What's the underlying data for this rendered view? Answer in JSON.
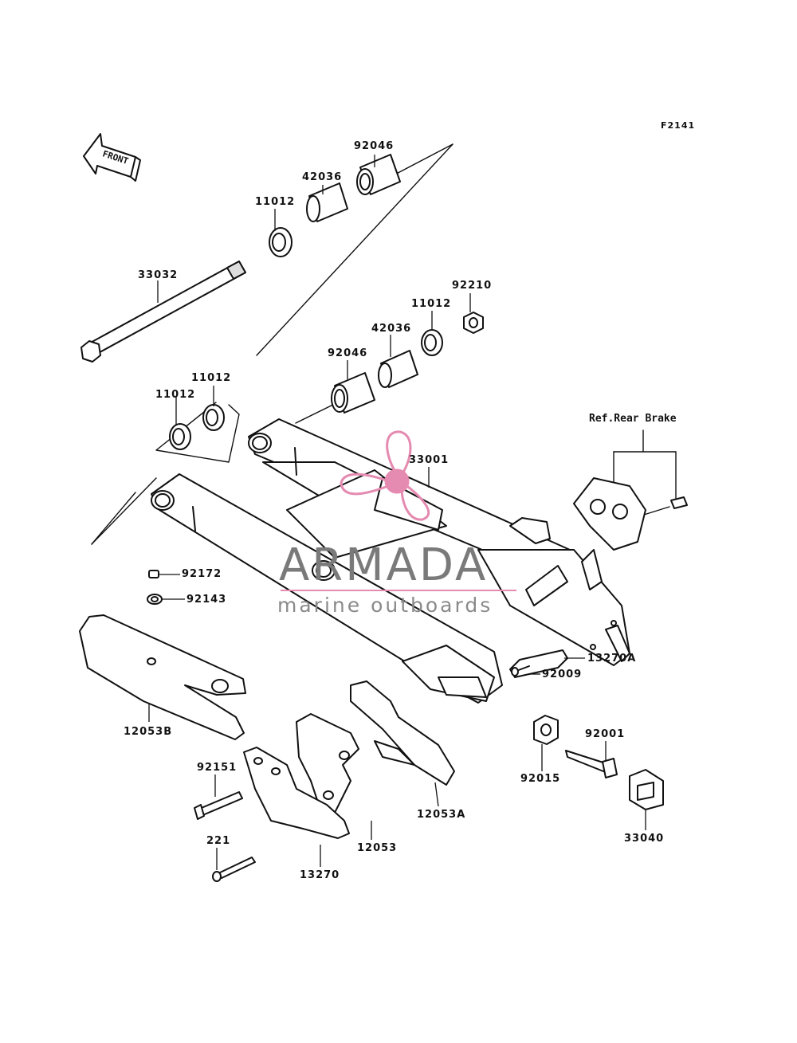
{
  "figure_code": "F2141",
  "front_marker": "FRONT",
  "reference_note": "Ref.Rear Brake",
  "watermark": {
    "brand": "ARMADA",
    "tagline": "marine outboards",
    "accent_color": "#e58ab0",
    "text_color": "#7a7a7a"
  },
  "part_labels": [
    {
      "id": "p-92046-top",
      "text": "92046"
    },
    {
      "id": "p-42036-top",
      "text": "42036"
    },
    {
      "id": "p-11012-top",
      "text": "11012"
    },
    {
      "id": "p-33032",
      "text": "33032"
    },
    {
      "id": "p-92210",
      "text": "92210"
    },
    {
      "id": "p-11012-mid",
      "text": "11012"
    },
    {
      "id": "p-42036-mid",
      "text": "42036"
    },
    {
      "id": "p-92046-mid",
      "text": "92046"
    },
    {
      "id": "p-11012-left2",
      "text": "11012"
    },
    {
      "id": "p-11012-left1",
      "text": "11012"
    },
    {
      "id": "p-33001",
      "text": "33001"
    },
    {
      "id": "p-92172",
      "text": "92172"
    },
    {
      "id": "p-92143",
      "text": "92143"
    },
    {
      "id": "p-13270a",
      "text": "13270A"
    },
    {
      "id": "p-92009",
      "text": "92009"
    },
    {
      "id": "p-12053b",
      "text": "12053B"
    },
    {
      "id": "p-92001",
      "text": "92001"
    },
    {
      "id": "p-92151",
      "text": "92151"
    },
    {
      "id": "p-92015",
      "text": "92015"
    },
    {
      "id": "p-12053a",
      "text": "12053A"
    },
    {
      "id": "p-33040",
      "text": "33040"
    },
    {
      "id": "p-221",
      "text": "221"
    },
    {
      "id": "p-12053",
      "text": "12053"
    },
    {
      "id": "p-13270",
      "text": "13270"
    }
  ]
}
